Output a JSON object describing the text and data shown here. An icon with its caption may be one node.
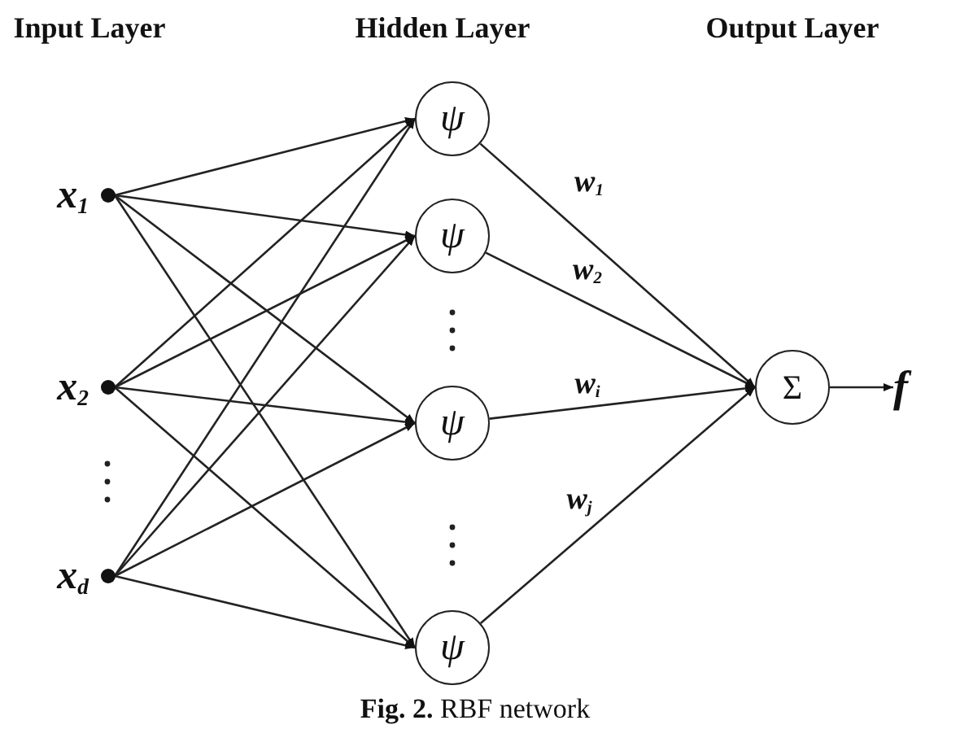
{
  "diagram": {
    "caption": "**Fig. 2.** RBF network",
    "nodes": [
      {
        "text": [
          "x$_{1}$"
        ]
      },
      {
        "text": [
          "x$_{2}$"
        ]
      },
      {
        "text": [
          "x$_{d}$"
        ]
      },
      {
        "text": [
          "ψ"
        ]
      },
      {
        "text": [
          "ψ"
        ]
      },
      {
        "text": [
          "ψ"
        ]
      },
      {
        "text": [
          "ψ"
        ]
      },
      {
        "text": [
          "Σ"
        ]
      },
      {
        "text": [
          "f"
        ]
      }
    ],
    "edges": [
      {
        "from": 0,
        "to": 3,
        "arrow": "to"
      },
      {
        "from": 0,
        "to": 4,
        "arrow": "to"
      },
      {
        "from": 0,
        "to": 5,
        "arrow": "to"
      },
      {
        "from": 0,
        "to": 6,
        "arrow": "to"
      },
      {
        "from": 1,
        "to": 3,
        "arrow": "to"
      },
      {
        "from": 1,
        "to": 4,
        "arrow": "to"
      },
      {
        "from": 1,
        "to": 5,
        "arrow": "to"
      },
      {
        "from": 1,
        "to": 6,
        "arrow": "to"
      },
      {
        "from": 2,
        "to": 3,
        "arrow": "to"
      },
      {
        "from": 2,
        "to": 4,
        "arrow": "to"
      },
      {
        "from": 2,
        "to": 5,
        "arrow": "to"
      },
      {
        "from": 2,
        "to": 6,
        "arrow": "to"
      },
      {
        "from": 3,
        "to": 7,
        "arrow": "to",
        "label": "w$_{1}$"
      },
      {
        "from": 4,
        "to": 7,
        "arrow": "to",
        "label": "w$_{2}$"
      },
      {
        "from": 5,
        "to": 7,
        "arrow": "to",
        "label": "w$_{i}$"
      },
      {
        "from": 6,
        "to": 7,
        "arrow": "to",
        "label": "w$_{j}$"
      },
      {
        "from": 7,
        "to": 8,
        "arrow": "to"
      }
    ],
    "labels": [
      "Input Layer",
      "Hidden Layer",
      "Output Layer"
    ]
  }
}
